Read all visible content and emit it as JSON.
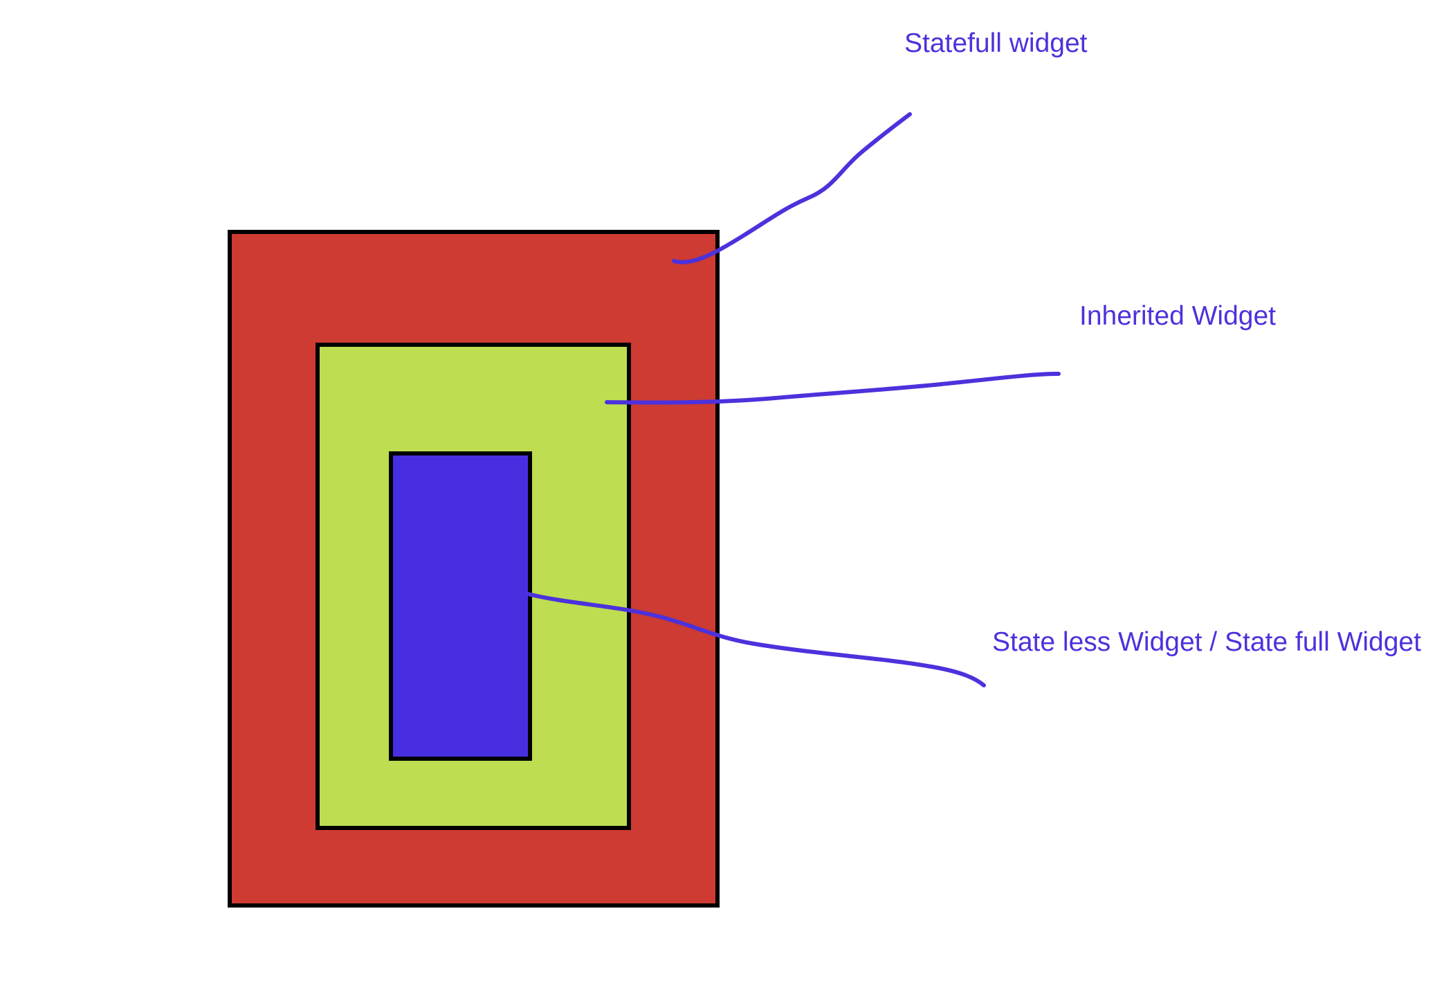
{
  "diagram": {
    "labels": {
      "stateful": "Statefull widget",
      "inherited": "Inherited Widget",
      "stateless": "State less Widget / State full Widget"
    },
    "colors": {
      "outer_box": "#cd3b32",
      "middle_box": "#bedd50",
      "inner_box": "#472ee1",
      "border": "#000000",
      "annotation": "#4b32dc",
      "background": "#ffffff"
    }
  }
}
